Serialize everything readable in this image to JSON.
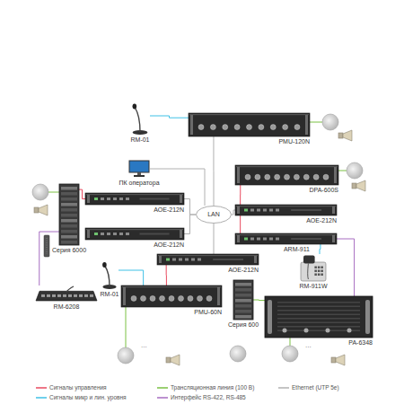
{
  "diagram": {
    "nodes": [
      {
        "text": [
          "RM-01"
        ]
      },
      {
        "text": [
          "PMU-120N"
        ]
      },
      {
        "text": [
          "ПК оператора"
        ]
      },
      {
        "text": [
          "DPA-600S"
        ]
      },
      {
        "text": [
          "Серия 6000"
        ]
      },
      {
        "text": [
          "AOE-212N"
        ]
      },
      {
        "text": [
          "LAN"
        ]
      },
      {
        "text": [
          "AOE-212N"
        ]
      },
      {
        "text": [
          "AOE-212N"
        ]
      },
      {
        "text": [
          "ARM-911"
        ]
      },
      {
        "text": [
          "AOE-212N"
        ]
      },
      {
        "text": [
          "RM-911W"
        ]
      },
      {
        "text": [
          "RM-01"
        ]
      },
      {
        "text": [
          "RM-6208"
        ]
      },
      {
        "text": [
          "PMU-60N"
        ]
      },
      {
        "text": [
          "Серия 600"
        ]
      },
      {
        "text": [
          "PA-6348"
        ]
      }
    ],
    "edges": [
      {
        "from": 0,
        "to": 1,
        "arrow": "none"
      },
      {
        "from": 1,
        "to": 6,
        "arrow": "none"
      },
      {
        "from": 2,
        "to": 6,
        "arrow": "none"
      },
      {
        "from": 5,
        "to": 6,
        "arrow": "none"
      },
      {
        "from": 6,
        "to": 7,
        "arrow": "none"
      },
      {
        "from": 8,
        "to": 6,
        "arrow": "none"
      },
      {
        "from": 10,
        "to": 6,
        "arrow": "none"
      },
      {
        "from": 3,
        "to": 7,
        "arrow": "none"
      },
      {
        "from": 7,
        "to": 9,
        "arrow": "none"
      },
      {
        "from": 9,
        "to": 11,
        "arrow": "none"
      },
      {
        "from": 9,
        "to": 16,
        "arrow": "none"
      },
      {
        "from": 10,
        "to": 14,
        "arrow": "none"
      },
      {
        "from": 12,
        "to": 14,
        "arrow": "none"
      },
      {
        "from": 13,
        "to": 4,
        "arrow": "none"
      },
      {
        "from": 4,
        "to": 5,
        "arrow": "none"
      },
      {
        "from": 15,
        "to": 16,
        "arrow": "none"
      }
    ],
    "labels": [
      "...",
      "..."
    ],
    "legend": [
      {
        "text": "Сигналы управления",
        "color": "#e84a5f"
      },
      {
        "text": "Трансляционная линия (100 В)",
        "color": "#7ac143"
      },
      {
        "text": "Ethernet (UTP 5e)",
        "color": "#b0b0b0"
      },
      {
        "text": "Сигналы микр и лин. уровня",
        "color": "#3fc1e6"
      },
      {
        "text": "Интерфейс RS-422, RS-485",
        "color": "#a66cc1"
      }
    ]
  }
}
